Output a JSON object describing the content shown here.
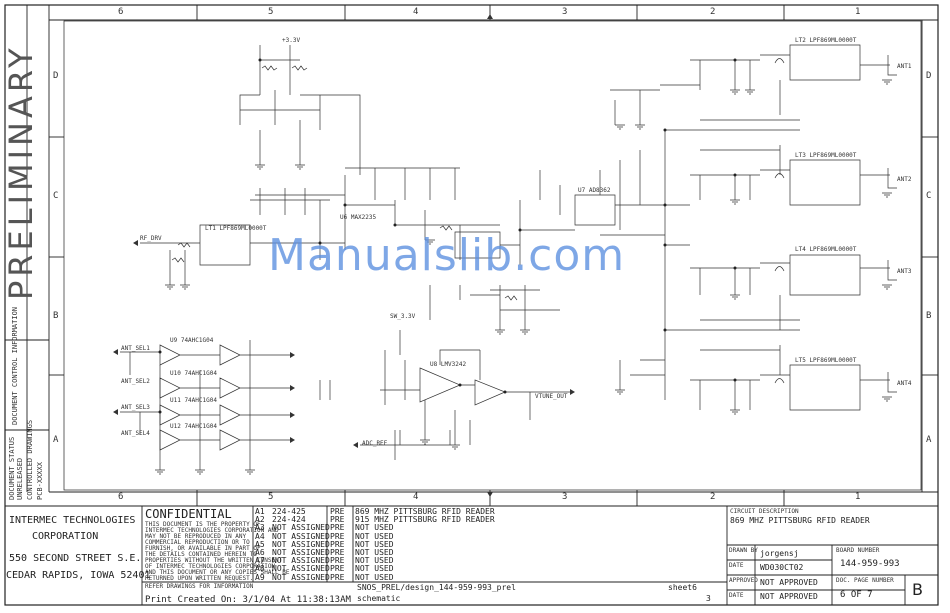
{
  "border": {
    "col_numbers_top": [
      "6",
      "5",
      "4",
      "3",
      "2",
      "1"
    ],
    "col_numbers_bottom": [
      "6",
      "5",
      "4",
      "3",
      "2",
      "1"
    ],
    "row_letters_left": [
      "D",
      "C",
      "B",
      "A"
    ],
    "row_letters_right": [
      "D",
      "C",
      "B",
      "A"
    ]
  },
  "watermark": "Manualslib.com",
  "preliminary_stamp": "PRELIMINARY",
  "side_labels": [
    "DOCUMENT CONTROL INFORMATION",
    "DOCUMENT STATUS",
    "UNRELEASED",
    "CONTROLLED DRAWINGS",
    "PCB-XXXXX"
  ],
  "company": {
    "name_line1": "INTERMEC TECHNOLOGIES",
    "name_line2": "CORPORATION",
    "address_line1": "550 SECOND STREET S.E.",
    "address_line2": "CEDAR RAPIDS, IOWA 52401"
  },
  "confidential": {
    "title": "CONFIDENTIAL",
    "notice": [
      "THIS DOCUMENT IS THE PROPERTY OF",
      "INTERMEC TECHNOLOGIES CORPORATION AND",
      "MAY NOT BE REPRODUCED IN ANY",
      "COMMERCIAL REPRODUCTION OR TO",
      "FURNISH, OR AVAILABLE IN PART OF",
      "THE DETAILS CONTAINED HEREIN TO",
      "PROPERTIES WITHOUT THE WRITTEN CONSENT",
      "OF INTERMEC TECHNOLOGIES CORPORATION",
      "AND THIS DOCUMENT OR ANY COPIES SHALL BE",
      "RETURNED UPON WRITTEN REQUEST."
    ],
    "footer": "REFER DRAWINGS FOR INFORMATION"
  },
  "assembly_table": [
    {
      "id": "A1",
      "assy": "224-425",
      "rev": "PRE",
      "desc": "869 MHZ PITTSBURG RFID READER"
    },
    {
      "id": "A2",
      "assy": "224-424",
      "rev": "PRE",
      "desc": "915 MHZ PITTSBURG RFID READER"
    },
    {
      "id": "A3",
      "assy": "NOT ASSIGNED",
      "rev": "PRE",
      "desc": "NOT USED"
    },
    {
      "id": "A4",
      "assy": "NOT ASSIGNED",
      "rev": "PRE",
      "desc": "NOT USED"
    },
    {
      "id": "A5",
      "assy": "NOT ASSIGNED",
      "rev": "PRE",
      "desc": "NOT USED"
    },
    {
      "id": "A6",
      "assy": "NOT ASSIGNED",
      "rev": "PRE",
      "desc": "NOT USED"
    },
    {
      "id": "A7",
      "assy": "NOT ASSIGNED",
      "rev": "PRE",
      "desc": "NOT USED"
    },
    {
      "id": "A8",
      "assy": "NOT ASSIGNED",
      "rev": "PRE",
      "desc": "NOT USED"
    },
    {
      "id": "A9",
      "assy": "NOT ASSIGNED",
      "rev": "PRE",
      "desc": "NOT USED"
    }
  ],
  "file": {
    "path": "SNOS_PREL/design_144-959-993_prel",
    "sheet_name": "sheet6",
    "view": "schematic",
    "page": "3",
    "print_line": "Print Created On: 3/1/04 At 11:38:13AM"
  },
  "title_block": {
    "circuit_desc_label": "CIRCUIT DESCRIPTION",
    "circuit_desc": "869 MHZ PITTSBURG RFID READER",
    "drawn_by_label": "DRAWN BY",
    "drawn_by": "jorgensj",
    "date_label": "DATE",
    "date": "WD030CT02",
    "board_number_label": "BOARD NUMBER",
    "board_number": "144-959-993",
    "approved_label": "APPROVED",
    "approved": "NOT APPROVED",
    "approved2_label": "DATE",
    "approved2": "NOT APPROVED",
    "doc_page_label": "DOC. PAGE NUMBER",
    "page_of": "6 OF 7",
    "rev": "B"
  },
  "net_labels": {
    "rf_drv": "RF_DRV",
    "vcc": "+3.3V",
    "adc_ref": "ADC_REF",
    "vtune": "VTUNE_OUT",
    "ant_sel": [
      "ANT_SEL1",
      "ANT_SEL2",
      "ANT_SEL3",
      "ANT_SEL4"
    ],
    "ant_out": [
      "ANT1",
      "ANT2",
      "ANT3",
      "ANT4"
    ],
    "pwr": "SW_3.3V"
  },
  "ics": [
    "LT1 LPF869ML0000T",
    "LT2 LPF869ML0000T",
    "LT3 LPF869ML0000T",
    "LT4 LPF869ML0000T",
    "LT5 LPF869ML0000T",
    "U6 MAX2235",
    "U7 AD8362",
    "U8 LMV3242",
    "U9 74AHC1G04",
    "U10 74AHC1G04",
    "U11 74AHC1G04",
    "U12 74AHC1G04"
  ]
}
